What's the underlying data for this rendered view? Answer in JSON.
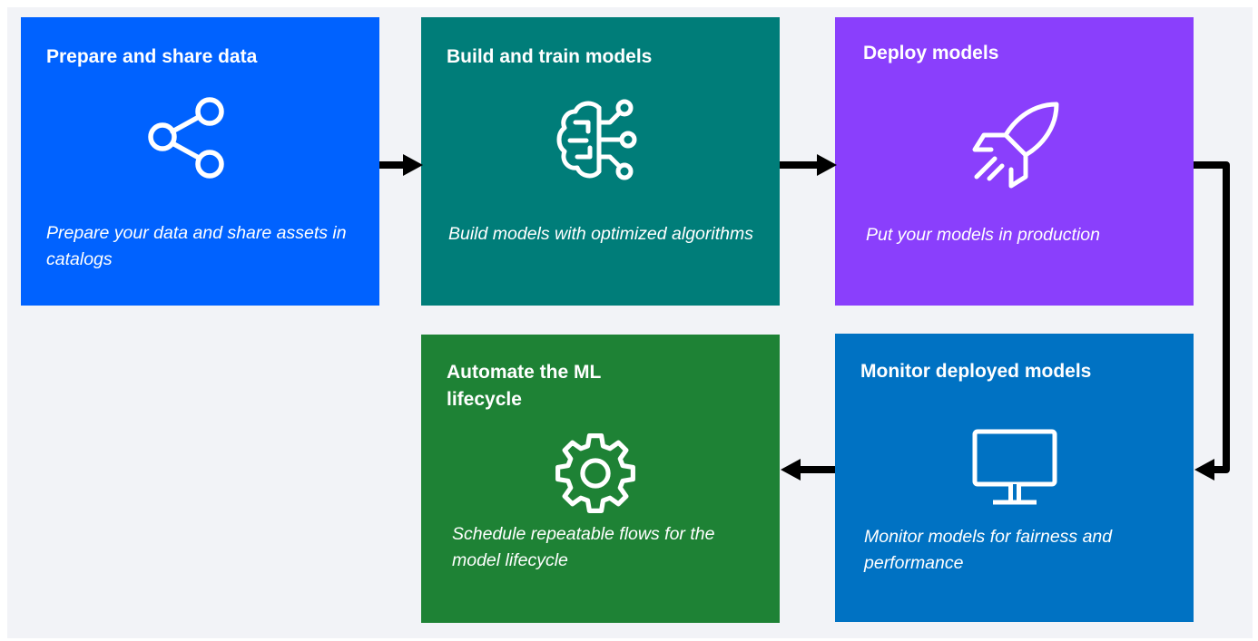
{
  "colors": {
    "prepare": "#0062ff",
    "build": "#007d79",
    "deploy": "#8a3ffc",
    "monitor": "#0072c3",
    "automate": "#1e8235",
    "arrow": "#000000",
    "background": "#f2f3f7"
  },
  "steps": {
    "prepare": {
      "title": "Prepare and share data",
      "description": "Prepare your data and share assets in catalogs",
      "icon": "share-icon"
    },
    "build": {
      "title": "Build and train models",
      "description": "Build models with optimized algorithms",
      "icon": "brain-circuit-icon"
    },
    "deploy": {
      "title": "Deploy models",
      "description": "Put your models in production",
      "icon": "rocket-icon"
    },
    "monitor": {
      "title": "Monitor deployed models",
      "description": "Monitor models for fairness and performance",
      "icon": "monitor-icon"
    },
    "automate": {
      "title": "Automate the ML lifecycle",
      "description": "Schedule repeatable flows for the model lifecycle",
      "icon": "gear-icon"
    }
  }
}
